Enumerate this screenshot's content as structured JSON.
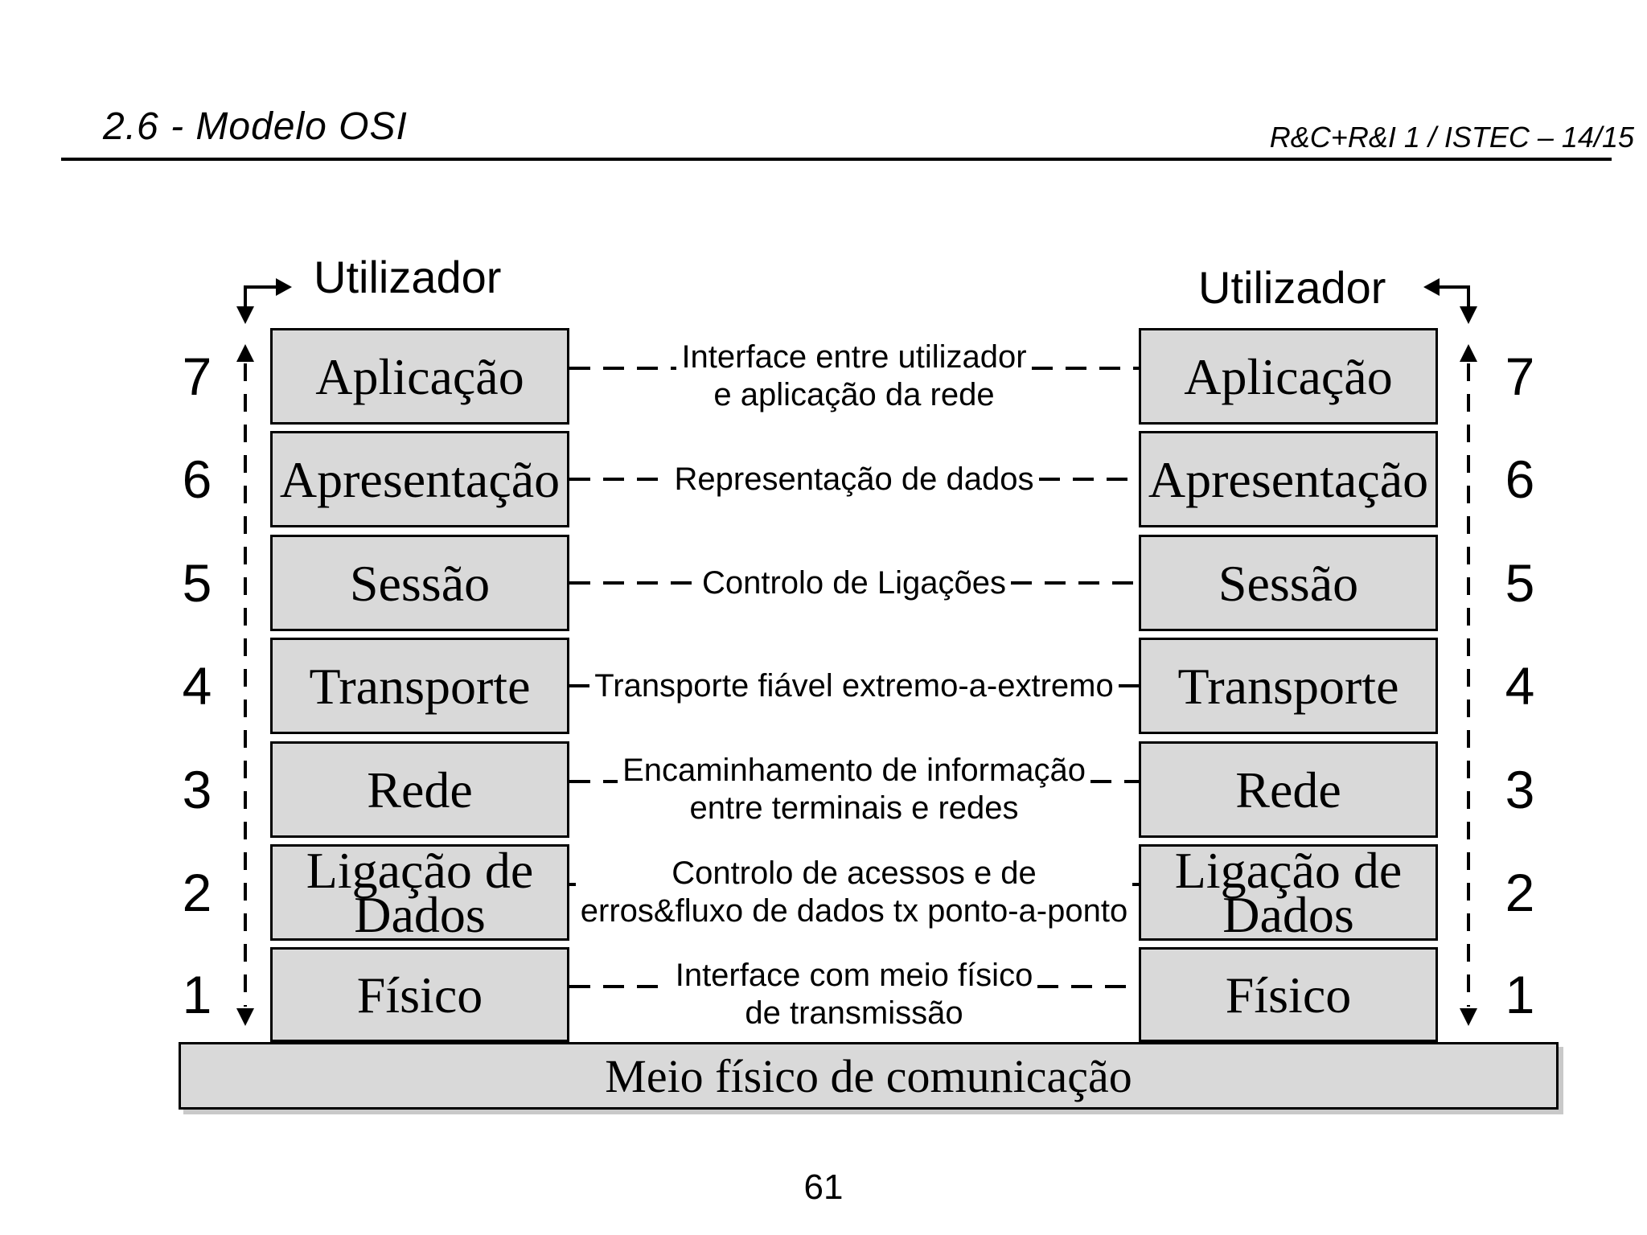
{
  "header": {
    "title": "2.6 - Modelo OSI",
    "course": "R&C+R&I 1 / ISTEC – 14/15"
  },
  "diagram": {
    "user_label": "Utilizador",
    "layers": [
      {
        "number": "7",
        "name": "Aplicação",
        "description": "Interface entre utilizador\ne aplicação da rede"
      },
      {
        "number": "6",
        "name": "Apresentação",
        "description": "Representação de dados"
      },
      {
        "number": "5",
        "name": "Sessão",
        "description": "Controlo de Ligações"
      },
      {
        "number": "4",
        "name": "Transporte",
        "description": "Transporte fiável extremo-a-extremo"
      },
      {
        "number": "3",
        "name": "Rede",
        "description": "Encaminhamento de informação\nentre terminais e redes"
      },
      {
        "number": "2",
        "name": "Ligação de\nDados",
        "description": "Controlo de acessos e de\nerros&fluxo de dados tx ponto-a-ponto"
      },
      {
        "number": "1",
        "name": "Físico",
        "description": "Interface com meio físico\nde transmissão"
      }
    ],
    "medium_label": "Meio físico de comunicação"
  },
  "footer": {
    "page_number": "61"
  },
  "colors": {
    "box_fill": "#d9d9d9",
    "line": "#000000",
    "background": "#ffffff"
  }
}
